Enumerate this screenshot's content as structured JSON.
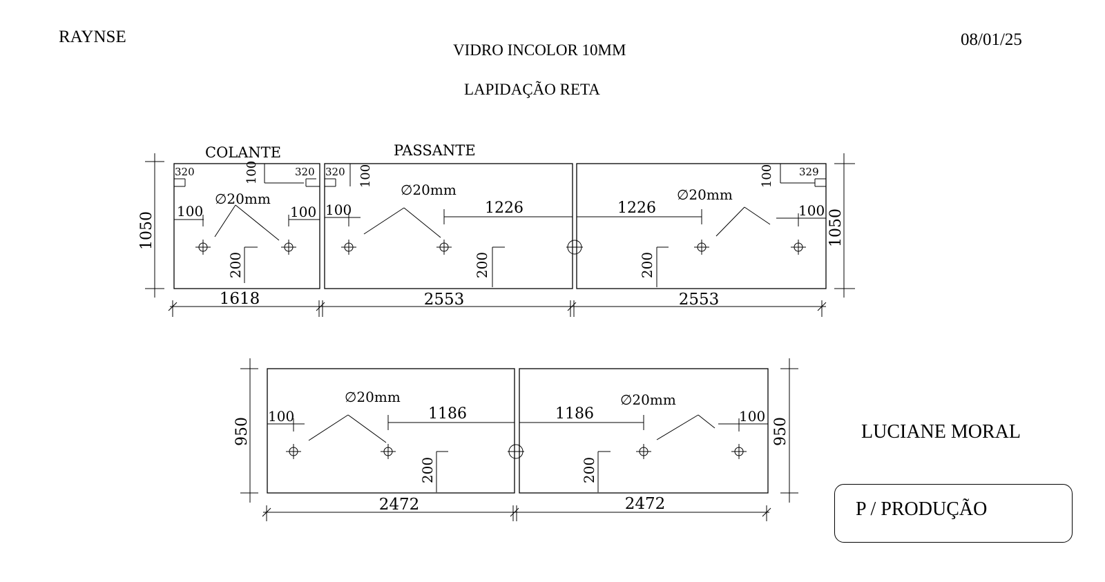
{
  "header": {
    "client": "RAYNSE",
    "date": "08/01/25",
    "material": "VIDRO INCOLOR 10MM",
    "finish": "LAPIDAÇÃO RETA"
  },
  "top_row": {
    "label_colante": "COLANTE",
    "label_passante": "PASSANTE",
    "height_left": "1050",
    "height_right": "1050",
    "panel1": {
      "width": "1618",
      "corner_left": "320",
      "corner_right": "320",
      "top_offset": "100",
      "hole": "∅20mm",
      "edge_left": "100",
      "edge_right": "100",
      "vertical": "200"
    },
    "panel2": {
      "width": "2553",
      "corner_left": "320",
      "top_offset": "100",
      "hole": "∅20mm",
      "edge_left": "100",
      "spacing": "1226",
      "vertical": "200"
    },
    "panel3": {
      "width": "2553",
      "corner_right": "329",
      "top_offset": "100",
      "hole": "∅20mm",
      "edge_right": "100",
      "spacing": "1226",
      "vertical": "200"
    }
  },
  "bottom_row": {
    "height_left": "950",
    "height_right": "950",
    "panel1": {
      "width": "2472",
      "hole": "∅20mm",
      "edge_left": "100",
      "spacing": "1186",
      "vertical": "200"
    },
    "panel2": {
      "width": "2472",
      "hole": "∅20mm",
      "edge_right": "100",
      "spacing": "1186",
      "vertical": "200"
    }
  },
  "footer": {
    "signature": "LUCIANE MORAL",
    "stamp": "P / PRODUÇÃO"
  }
}
